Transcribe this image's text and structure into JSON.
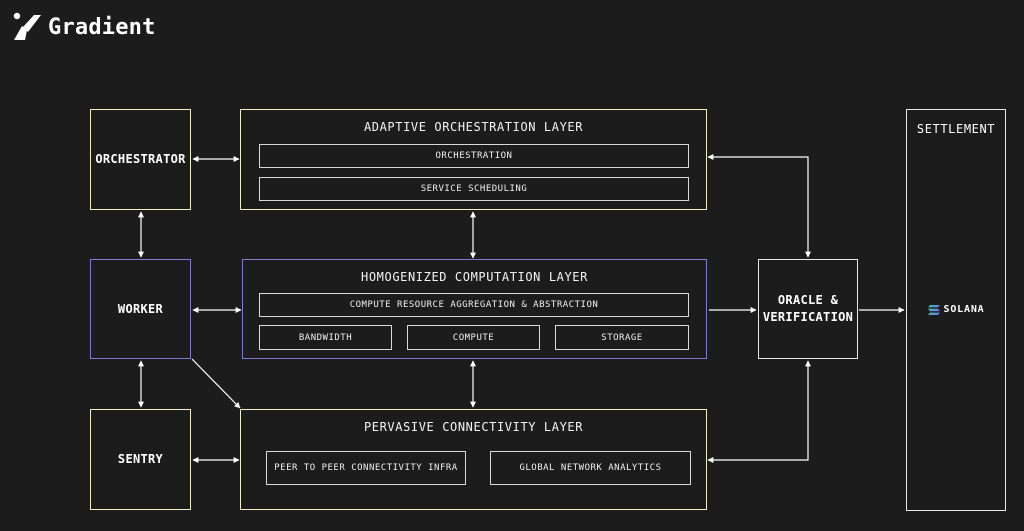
{
  "brand": {
    "name": "Gradient",
    "icon": "gradient-slash-logo"
  },
  "nodes": {
    "orchestrator": "ORCHESTRATOR",
    "worker": "WORKER",
    "sentry": "SENTRY",
    "oracle_line1": "ORACLE &",
    "oracle_line2": "VERIFICATION"
  },
  "layers": {
    "adaptive": {
      "title": "ADAPTIVE ORCHESTRATION LAYER",
      "items": [
        "ORCHESTRATION",
        "SERVICE SCHEDULING"
      ]
    },
    "homogenized": {
      "title": "HOMOGENIZED COMPUTATION LAYER",
      "items": [
        "COMPUTE RESOURCE AGGREGATION & ABSTRACTION",
        "BANDWIDTH",
        "COMPUTE",
        "STORAGE"
      ]
    },
    "pervasive": {
      "title": "PERVASIVE CONNECTIVITY LAYER",
      "items": [
        "PEER TO PEER CONNECTIVITY INFRA",
        "GLOBAL NETWORK ANALYTICS"
      ]
    }
  },
  "settlement": {
    "title": "SETTLEMENT",
    "chain": "SOLANA",
    "chain_icon": "solana-logo-icon"
  },
  "colors": {
    "background": "#1c1c1c",
    "yellow_border": "#f2efc4",
    "purple_border": "#7e7bd0",
    "white_border": "#e8e8e8",
    "solana_gradient_start": "#9945ff",
    "solana_gradient_end": "#14f195"
  }
}
